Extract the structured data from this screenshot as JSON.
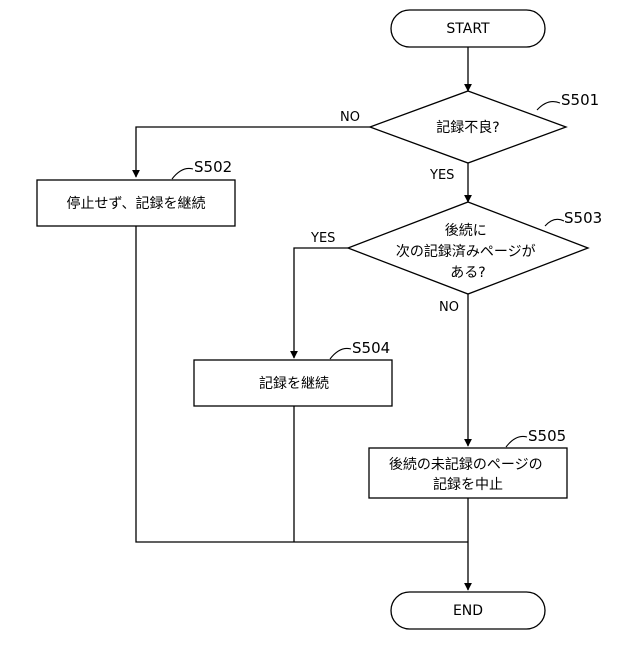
{
  "nodes": {
    "start": {
      "text": "START"
    },
    "s501": {
      "lines": [
        "記録不良?"
      ],
      "step": "S501"
    },
    "s502": {
      "lines": [
        "停止せず、記録を継続"
      ],
      "step": "S502"
    },
    "s503": {
      "lines": [
        "後続に",
        "次の記録済みページが",
        "ある?"
      ],
      "step": "S503"
    },
    "s504": {
      "lines": [
        "記録を継続"
      ],
      "step": "S504"
    },
    "s505": {
      "lines": [
        "後続の未記録のページの",
        "記録を中止"
      ],
      "step": "S505"
    },
    "end": {
      "text": "END"
    }
  },
  "branch_labels": {
    "s501_no": "NO",
    "s501_yes": "YES",
    "s503_yes": "YES",
    "s503_no": "NO"
  }
}
